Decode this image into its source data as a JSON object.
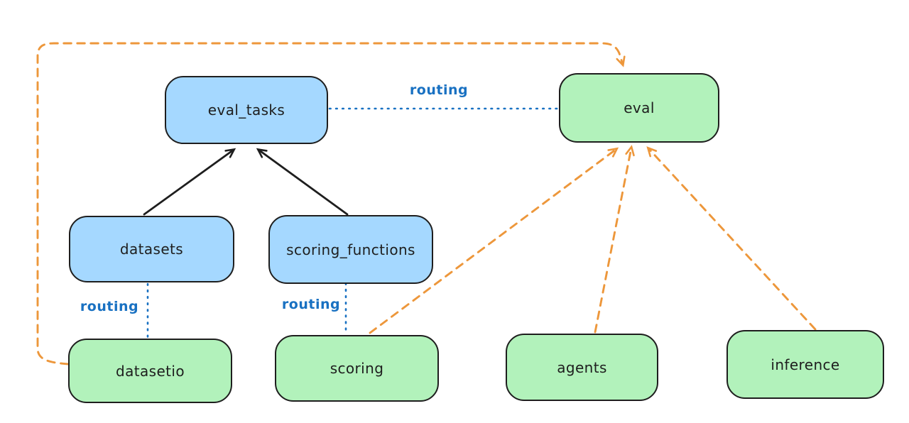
{
  "diagram": {
    "colors": {
      "router_node_fill": "#a5d8ff",
      "api_node_fill": "#b2f2bb",
      "node_stroke": "#1e1e1e",
      "routing_blue": "#1971c2",
      "dependency_orange": "#ed973b",
      "background": "#ffffff"
    },
    "nodes": [
      {
        "id": "eval_tasks",
        "label": "eval_tasks",
        "kind": "router"
      },
      {
        "id": "eval",
        "label": "eval",
        "kind": "api"
      },
      {
        "id": "datasets",
        "label": "datasets",
        "kind": "router"
      },
      {
        "id": "scoring_functions",
        "label": "scoring_functions",
        "kind": "router"
      },
      {
        "id": "datasetio",
        "label": "datasetio",
        "kind": "api"
      },
      {
        "id": "scoring",
        "label": "scoring",
        "kind": "api"
      },
      {
        "id": "agents",
        "label": "agents",
        "kind": "api"
      },
      {
        "id": "inference",
        "label": "inference",
        "kind": "api"
      }
    ],
    "edges": [
      {
        "from": "datasets",
        "to": "eval_tasks",
        "style": "solid-black-arrow",
        "label": ""
      },
      {
        "from": "scoring_functions",
        "to": "eval_tasks",
        "style": "solid-black-arrow",
        "label": ""
      },
      {
        "from": "eval_tasks",
        "to": "eval",
        "style": "dotted-blue",
        "label": "routing"
      },
      {
        "from": "datasets",
        "to": "datasetio",
        "style": "dotted-blue",
        "label": "routing"
      },
      {
        "from": "scoring_functions",
        "to": "scoring",
        "style": "dotted-blue",
        "label": "routing"
      },
      {
        "from": "datasetio",
        "to": "eval",
        "style": "dashed-orange-arrow",
        "label": ""
      },
      {
        "from": "scoring",
        "to": "eval",
        "style": "dashed-orange-arrow",
        "label": ""
      },
      {
        "from": "agents",
        "to": "eval",
        "style": "dashed-orange-arrow",
        "label": ""
      },
      {
        "from": "inference",
        "to": "eval",
        "style": "dashed-orange-arrow",
        "label": ""
      }
    ]
  }
}
